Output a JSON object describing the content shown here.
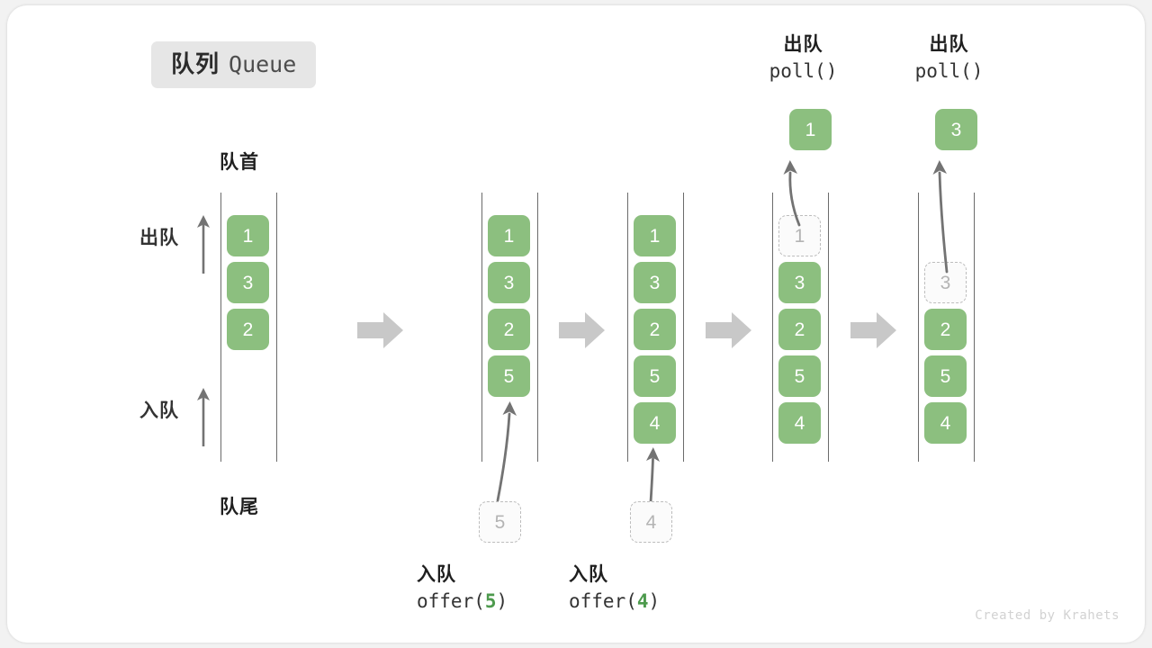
{
  "title": {
    "cn": "队列",
    "en": "Queue"
  },
  "captions": {
    "head": "队首",
    "tail": "队尾"
  },
  "side_labels": {
    "dequeue": "出队",
    "enqueue": "入队"
  },
  "watermark": "Created by Krahets",
  "colors": {
    "element_green": "#8cbf7f",
    "ghost_border": "#bdbdbd",
    "ghost_text": "#b4b4b4",
    "rail": "#6b6b6b",
    "arrow": "#737373",
    "step_arrow": "#c8c8c8",
    "badge_bg": "#e6e6e6",
    "card_bg": "#ffffff",
    "page_bg": "#f2f2f2",
    "text": "#1f1f1f",
    "code_arg": "#4d9a4d"
  },
  "chart_data": {
    "type": "diagram",
    "title": "队列 Queue",
    "description": "Queue operations: offer(5), offer(4), poll(), poll()",
    "stages": [
      {
        "index": 0,
        "elements": [
          "1",
          "3",
          "2"
        ],
        "ghost": null,
        "ghost_slot": null
      },
      {
        "index": 1,
        "elements": [
          "1",
          "3",
          "2",
          "5"
        ],
        "ghost": null,
        "ghost_slot": null
      },
      {
        "index": 2,
        "elements": [
          "1",
          "3",
          "2",
          "5",
          "4"
        ],
        "ghost": null,
        "ghost_slot": null
      },
      {
        "index": 3,
        "elements": [
          "3",
          "2",
          "5",
          "4"
        ],
        "ghost": "1",
        "ghost_slot": 0
      },
      {
        "index": 4,
        "elements": [
          "2",
          "5",
          "4"
        ],
        "ghost": "3",
        "ghost_slot": 1
      }
    ],
    "operations": [
      {
        "name": "offer",
        "arg": "5",
        "cn": "入队",
        "direction": "in",
        "stage_after": 1
      },
      {
        "name": "offer",
        "arg": "4",
        "cn": "入队",
        "direction": "in",
        "stage_after": 2
      },
      {
        "name": "poll",
        "arg": "",
        "cn": "出队",
        "direction": "out",
        "stage_after": 3,
        "result": "1"
      },
      {
        "name": "poll",
        "arg": "",
        "cn": "出队",
        "direction": "out",
        "stage_after": 4,
        "result": "3"
      }
    ]
  },
  "stages": {
    "s0": {
      "slots": [
        {
          "value": "1",
          "state": "filled"
        },
        {
          "value": "3",
          "state": "filled"
        },
        {
          "value": "2",
          "state": "filled"
        }
      ]
    },
    "s1": {
      "slots": [
        {
          "value": "1",
          "state": "filled"
        },
        {
          "value": "3",
          "state": "filled"
        },
        {
          "value": "2",
          "state": "filled"
        },
        {
          "value": "5",
          "state": "filled"
        }
      ]
    },
    "s2": {
      "slots": [
        {
          "value": "1",
          "state": "filled"
        },
        {
          "value": "3",
          "state": "filled"
        },
        {
          "value": "2",
          "state": "filled"
        },
        {
          "value": "5",
          "state": "filled"
        },
        {
          "value": "4",
          "state": "filled"
        }
      ]
    },
    "s3": {
      "slots": [
        {
          "value": "1",
          "state": "ghost"
        },
        {
          "value": "3",
          "state": "filled"
        },
        {
          "value": "2",
          "state": "filled"
        },
        {
          "value": "5",
          "state": "filled"
        },
        {
          "value": "4",
          "state": "filled"
        }
      ]
    },
    "s4": {
      "slots": [
        {
          "value": "3",
          "state": "ghost"
        },
        {
          "value": "2",
          "state": "filled"
        },
        {
          "value": "5",
          "state": "filled"
        },
        {
          "value": "4",
          "state": "filled"
        }
      ]
    }
  },
  "pending": {
    "offer5": "5",
    "offer4": "4"
  },
  "popped": {
    "poll1": "1",
    "poll3": "3"
  },
  "op_captions": {
    "offer5": {
      "cn": "入队",
      "fn": "offer(",
      "arg": "5",
      "close": ")"
    },
    "offer4": {
      "cn": "入队",
      "fn": "offer(",
      "arg": "4",
      "close": ")"
    },
    "poll1": {
      "cn": "出队",
      "fn": "poll()",
      "arg": "",
      "close": ""
    },
    "poll3": {
      "cn": "出队",
      "fn": "poll()",
      "arg": "",
      "close": ""
    }
  }
}
